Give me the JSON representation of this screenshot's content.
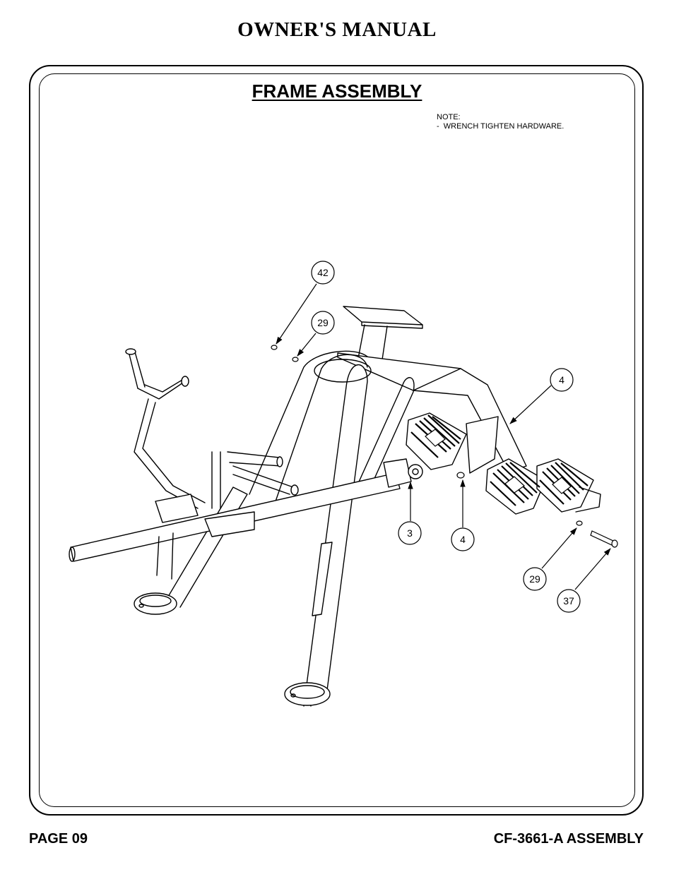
{
  "header": {
    "title": "OWNER'S MANUAL"
  },
  "section": {
    "title": "FRAME ASSEMBLY"
  },
  "note": {
    "heading": "NOTE:",
    "lines": [
      "-  WRENCH TIGHTEN HARDWARE."
    ]
  },
  "callouts": [
    {
      "label": "42"
    },
    {
      "label": "29"
    },
    {
      "label": "4"
    },
    {
      "label": "3"
    },
    {
      "label": "4"
    },
    {
      "label": "29"
    },
    {
      "label": "37"
    }
  ],
  "footer": {
    "page": "PAGE 09",
    "doc": "CF-3661-A ASSEMBLY"
  }
}
